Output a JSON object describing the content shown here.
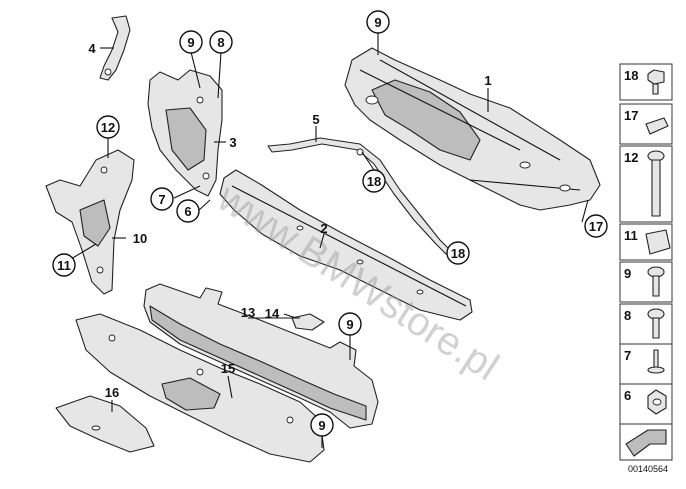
{
  "diagram": {
    "watermark": "www.BMWstore.pl",
    "image_code": "00140564",
    "callouts": {
      "c9a": "9",
      "c8a": "8",
      "c1": "1",
      "c4": "4",
      "c12": "12",
      "c3": "3",
      "c5": "5",
      "c18a": "18",
      "c7": "7",
      "c6": "6",
      "c2": "2",
      "c10": "10",
      "c17": "17",
      "c11": "11",
      "c18b": "18",
      "c13": "13",
      "c14": "14",
      "c9b": "9",
      "c15": "15",
      "c16": "16",
      "c9c": "9"
    },
    "legend": [
      "18",
      "17",
      "12",
      "11",
      "9",
      "8",
      "7",
      "6"
    ]
  }
}
